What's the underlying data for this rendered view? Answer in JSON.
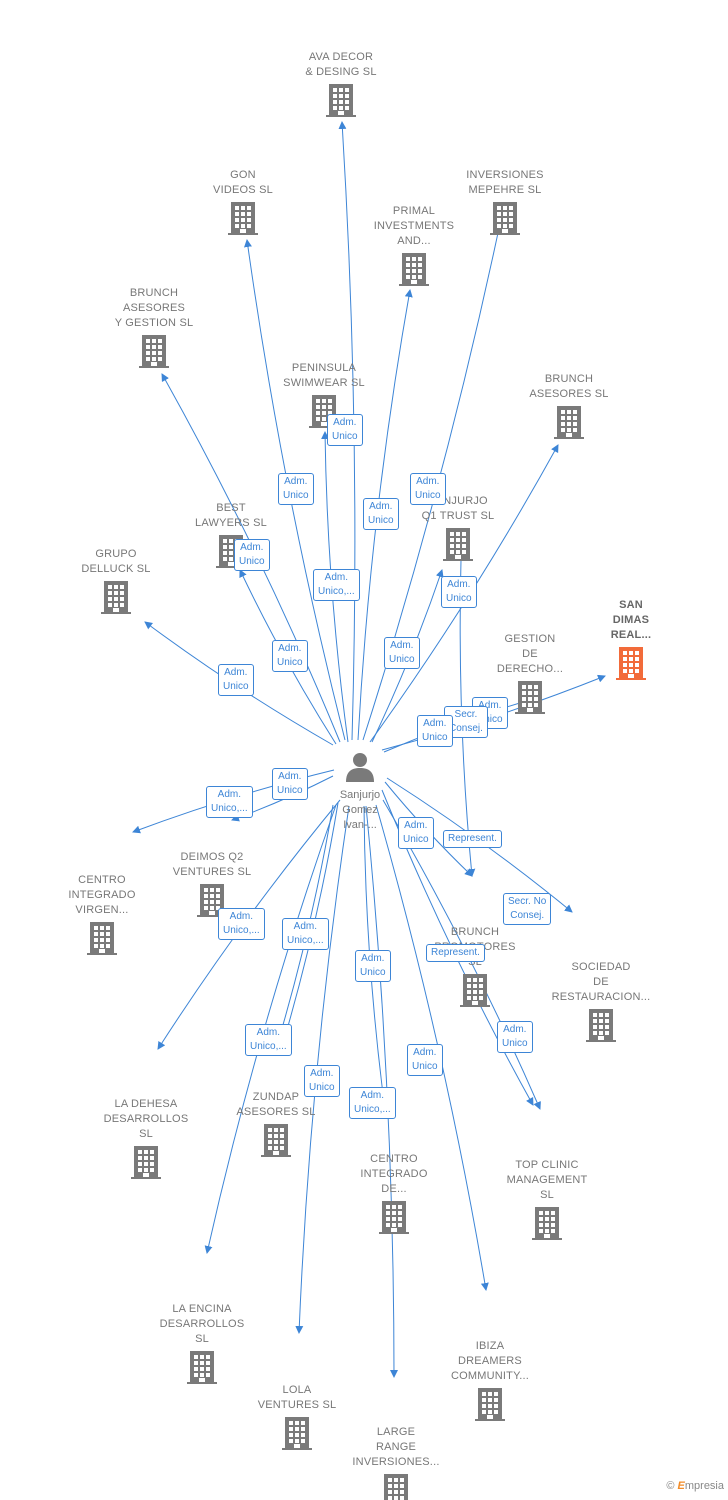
{
  "colors": {
    "edge": "#3d85d6",
    "building": "#7a7a7a",
    "highlight": "#f26b3a",
    "text": "#777777"
  },
  "center": {
    "label": "Sanjurjo\nGomez\nIvan-...",
    "icon": "person-icon"
  },
  "nodes": [
    {
      "label": "AVA DECOR\n& DESING  SL",
      "icon": "building-icon"
    },
    {
      "label": "GON\nVIDEOS  SL",
      "icon": "building-icon"
    },
    {
      "label": "INVERSIONES\nMEPEHRE  SL",
      "icon": "building-icon"
    },
    {
      "label": "PRIMAL\nINVESTMENTS\nAND...",
      "icon": "building-icon"
    },
    {
      "label": "BRUNCH\nASESORES\nY GESTION  SL",
      "icon": "building-icon"
    },
    {
      "label": "PENINSULA\nSWIMWEAR  SL",
      "icon": "building-icon"
    },
    {
      "label": "BRUNCH\nASESORES  SL",
      "icon": "building-icon"
    },
    {
      "label": "BEST\nLAWYERS SL",
      "icon": "building-icon"
    },
    {
      "label": "SANJURJO\nQ1 TRUST SL",
      "icon": "building-icon"
    },
    {
      "label": "GRUPO\nDELLUCK SL",
      "icon": "building-icon"
    },
    {
      "label": "SAN\nDIMAS\nREAL...",
      "icon": "building-icon",
      "highlight": true
    },
    {
      "label": "GESTION\nDE\nDERECHO...",
      "icon": "building-icon"
    },
    {
      "label": "CENTRO\nINTEGRADO\nVIRGEN...",
      "icon": "building-icon"
    },
    {
      "label": "DEIMOS Q2\nVENTURES  SL",
      "icon": "building-icon"
    },
    {
      "label": "BRUNCH\nPROMOTORES\nSL",
      "icon": "building-icon"
    },
    {
      "label": "SOCIEDAD\nDE\nRESTAURACION...",
      "icon": "building-icon"
    },
    {
      "label": "LA DEHESA\nDESARROLLOS\nSL",
      "icon": "building-icon"
    },
    {
      "label": "ZUNDAP\nASESORES  SL",
      "icon": "building-icon"
    },
    {
      "label": "CENTRO\nINTEGRADO\nDE...",
      "icon": "building-icon"
    },
    {
      "label": "TOP CLINIC\nMANAGEMENT\nSL",
      "icon": "building-icon"
    },
    {
      "label": "LA ENCINA\nDESARROLLOS\nSL",
      "icon": "building-icon"
    },
    {
      "label": "IBIZA\nDREAMERS\nCOMMUNITY...",
      "icon": "building-icon"
    },
    {
      "label": "LOLA\nVENTURES  SL",
      "icon": "building-icon"
    },
    {
      "label": "LARGE\nRANGE\nINVERSIONES...",
      "icon": "building-icon"
    }
  ],
  "badges": [
    "Adm.\nUnico",
    "Adm.\nUnico",
    "Adm.\nUnico",
    "Adm.\nUnico",
    "Adm.\nUnico",
    "Adm.\nUnico,...",
    "Adm.\nUnico",
    "Adm.\nUnico",
    "Adm.\nUnico",
    "Adm.\nUnico",
    "Adm.\nUnico",
    "Secr.\nConsej.",
    "Adm.\nUnico",
    "Adm.\nUnico",
    "Adm.\nUnico,...",
    "Adm.\nUnico",
    "Represent.",
    "Secr.  No\nConsej.",
    "Adm.\nUnico,...",
    "Adm.\nUnico,...",
    "Adm.\nUnico",
    "Represent.",
    "Adm.\nUnico,...",
    "Adm.\nUnico",
    "Adm.\nUnico",
    "Adm.\nUnico,...",
    "Adm.\nUnico"
  ],
  "brand": {
    "copyright": "©",
    "name": "mpresia",
    "initial": "E"
  }
}
